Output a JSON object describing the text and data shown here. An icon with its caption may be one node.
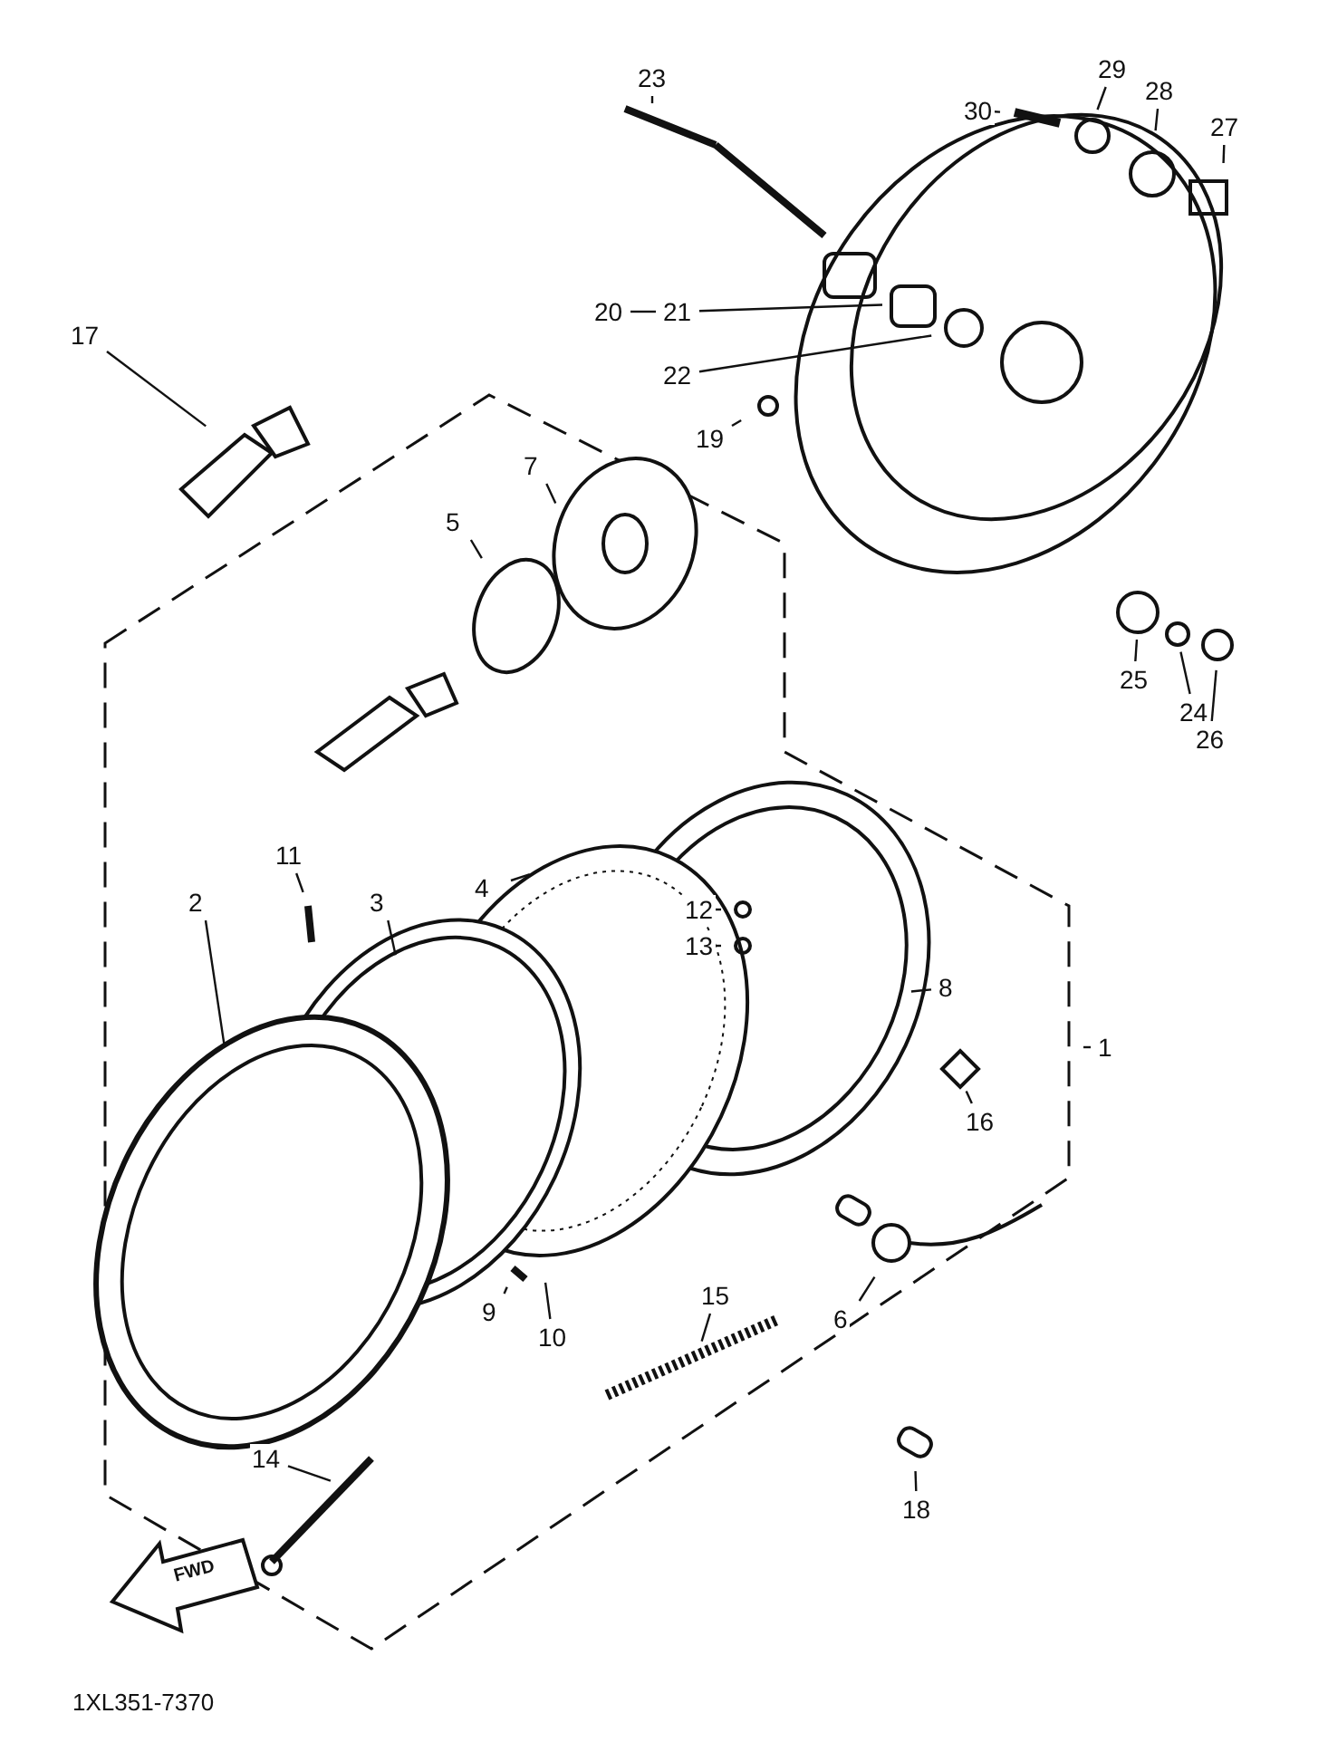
{
  "diagram": {
    "nodes": [
      {
        "text": [
          "1"
        ]
      },
      {
        "text": [
          "2"
        ]
      },
      {
        "text": [
          "3"
        ]
      },
      {
        "text": [
          "4"
        ]
      },
      {
        "text": [
          "5"
        ]
      },
      {
        "text": [
          "6"
        ]
      },
      {
        "text": [
          "7"
        ]
      },
      {
        "text": [
          "8"
        ]
      },
      {
        "text": [
          "9"
        ]
      },
      {
        "text": [
          "10"
        ]
      },
      {
        "text": [
          "11"
        ]
      },
      {
        "text": [
          "12"
        ]
      },
      {
        "text": [
          "13"
        ]
      },
      {
        "text": [
          "14"
        ]
      },
      {
        "text": [
          "15"
        ]
      },
      {
        "text": [
          "16"
        ]
      },
      {
        "text": [
          "17"
        ]
      },
      {
        "text": [
          "18"
        ]
      },
      {
        "text": [
          "19"
        ]
      },
      {
        "text": [
          "20"
        ]
      },
      {
        "text": [
          "21"
        ]
      },
      {
        "text": [
          "22"
        ]
      },
      {
        "text": [
          "23"
        ]
      },
      {
        "text": [
          "24"
        ]
      },
      {
        "text": [
          "25"
        ]
      },
      {
        "text": [
          "26"
        ]
      },
      {
        "text": [
          "27"
        ]
      },
      {
        "text": [
          "28"
        ]
      },
      {
        "text": [
          "29"
        ]
      },
      {
        "text": [
          "30"
        ]
      }
    ],
    "edges": [
      {
        "from": 0,
        "to": null,
        "arrow": "none"
      },
      {
        "from": 1,
        "to": null,
        "arrow": "none"
      },
      {
        "from": 2,
        "to": null,
        "arrow": "none"
      },
      {
        "from": 3,
        "to": null,
        "arrow": "none"
      },
      {
        "from": 4,
        "to": null,
        "arrow": "none"
      },
      {
        "from": 5,
        "to": null,
        "arrow": "none"
      },
      {
        "from": 6,
        "to": null,
        "arrow": "none"
      },
      {
        "from": 7,
        "to": null,
        "arrow": "none"
      },
      {
        "from": 8,
        "to": null,
        "arrow": "none"
      },
      {
        "from": 9,
        "to": null,
        "arrow": "none"
      },
      {
        "from": 10,
        "to": null,
        "arrow": "none"
      },
      {
        "from": 11,
        "to": null,
        "arrow": "none"
      },
      {
        "from": 12,
        "to": null,
        "arrow": "none"
      },
      {
        "from": 13,
        "to": null,
        "arrow": "none"
      },
      {
        "from": 14,
        "to": null,
        "arrow": "none"
      },
      {
        "from": 15,
        "to": null,
        "arrow": "none"
      },
      {
        "from": 16,
        "to": null,
        "arrow": "none"
      },
      {
        "from": 17,
        "to": null,
        "arrow": "none"
      },
      {
        "from": 18,
        "to": null,
        "arrow": "none"
      },
      {
        "from": 19,
        "to": 20,
        "arrow": "none"
      },
      {
        "from": 20,
        "to": null,
        "arrow": "none"
      },
      {
        "from": 21,
        "to": null,
        "arrow": "none"
      },
      {
        "from": 22,
        "to": null,
        "arrow": "none"
      },
      {
        "from": 23,
        "to": null,
        "arrow": "none"
      },
      {
        "from": 24,
        "to": null,
        "arrow": "none"
      },
      {
        "from": 25,
        "to": null,
        "arrow": "none"
      },
      {
        "from": 26,
        "to": null,
        "arrow": "none"
      },
      {
        "from": 27,
        "to": null,
        "arrow": "none"
      },
      {
        "from": 28,
        "to": null,
        "arrow": "none"
      },
      {
        "from": 29,
        "to": null,
        "arrow": "none"
      }
    ],
    "labels": [
      "FWD",
      "1XL351-7370"
    ]
  }
}
